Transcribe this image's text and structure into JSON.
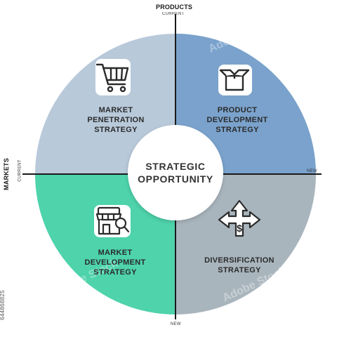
{
  "products_axis": {
    "title": "PRODUCTS",
    "current": "CURRENT",
    "new": "NEW"
  },
  "markets_axis": {
    "title": "MARKETS",
    "current": "CURRENT",
    "new": "NEW"
  },
  "center": {
    "line1": "STRATEGIC",
    "line2": "OPPORTUNITY"
  },
  "quadrants": {
    "market_penetration": {
      "line1": "MARKET",
      "line2": "PENETRATION",
      "line3": "STRATEGY",
      "icon": "shopping-cart-icon",
      "color": "#b8c9da"
    },
    "product_development": {
      "line1": "PRODUCT",
      "line2": "DEVELOPMENT",
      "line3": "STRATEGY",
      "icon": "open-box-icon",
      "color": "#7aa2cc"
    },
    "market_development": {
      "line1": "MARKET",
      "line2": "DEVELOPMENT",
      "line3": "STRATEGY",
      "icon": "storefront-search-icon",
      "color": "#4ed3ab"
    },
    "diversification": {
      "line1": "DIVERSIFICATION",
      "line2": "STRATEGY",
      "icon": "dollar-arrows-icon",
      "color": "#a9b5bd"
    }
  },
  "watermark_id": "644868825"
}
